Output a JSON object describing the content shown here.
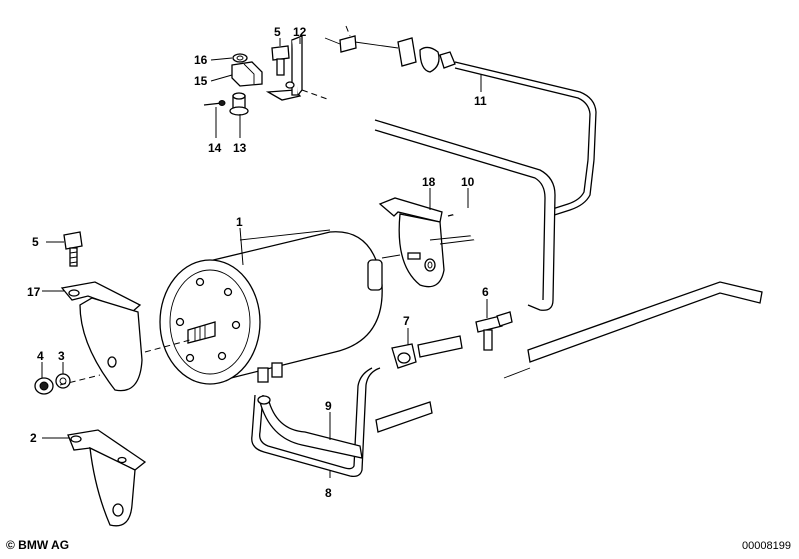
{
  "labels": {
    "p1": "1",
    "p2": "2",
    "p3": "3",
    "p4": "4",
    "p5a": "5",
    "p5b": "5",
    "p6": "6",
    "p7": "7",
    "p8": "8",
    "p9": "9",
    "p10": "10",
    "p11": "11",
    "p12": "12",
    "p13": "13",
    "p14": "14",
    "p15": "15",
    "p16": "16",
    "p17": "17",
    "p18": "18"
  },
  "footer": {
    "brand": "© BMW AG",
    "diagram_number": "00008199"
  }
}
